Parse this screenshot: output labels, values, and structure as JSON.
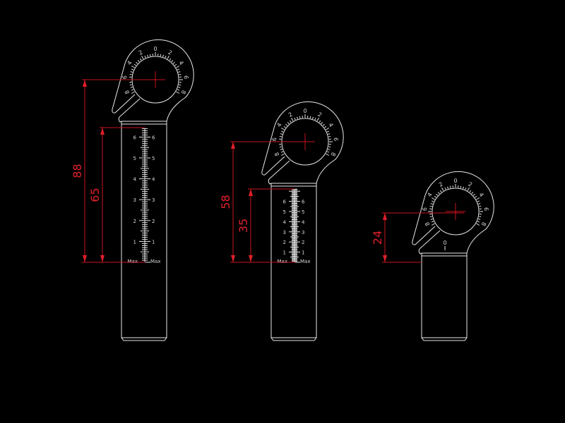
{
  "drawing": {
    "colors": {
      "outline": "#e8e8e8",
      "dimension": "#c8141e",
      "dimension_text": "#e0202a",
      "background": "#000000"
    },
    "dial_labels": [
      "8",
      "6",
      "4",
      "2",
      "0",
      "2",
      "4",
      "6",
      "8"
    ],
    "tools": [
      {
        "name": "tool-long",
        "dimensions": [
          "88",
          "65"
        ],
        "scale_labels": [
          "1",
          "2",
          "3",
          "4",
          "5",
          "6"
        ],
        "scale_end_label": "Max"
      },
      {
        "name": "tool-medium",
        "dimensions": [
          "58",
          "35"
        ],
        "scale_labels": [
          "1",
          "2",
          "3",
          "4",
          "5",
          "6"
        ],
        "scale_end_label": "Max"
      },
      {
        "name": "tool-short",
        "dimensions": [
          "24"
        ],
        "zero_label": "0"
      }
    ]
  }
}
